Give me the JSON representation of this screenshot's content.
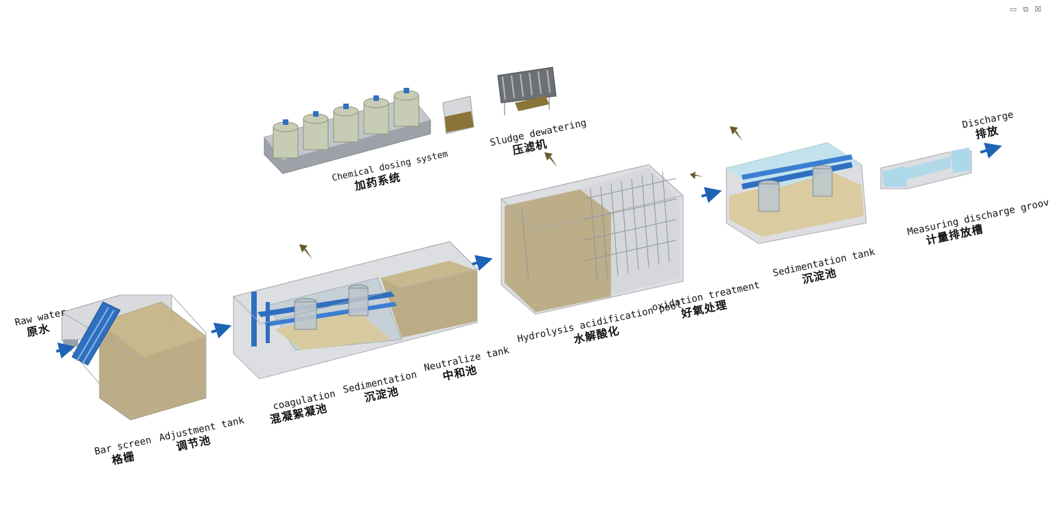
{
  "window_controls": {
    "minimize": "▭",
    "restore": "⧉",
    "close": "☒"
  },
  "labels": {
    "raw_water": {
      "en": "Raw water",
      "cn": "原水"
    },
    "bar_screen": {
      "en": "Bar screen",
      "cn": "格栅"
    },
    "adjustment_tank": {
      "en": "Adjustment tank",
      "cn": "调节池"
    },
    "coagulation": {
      "en": "coagulation",
      "cn": "混凝絮凝池"
    },
    "sedimentation_1": {
      "en": "Sedimentation",
      "cn": "沉淀池"
    },
    "neutralize_tank": {
      "en": "Neutralize tank",
      "cn": "中和池"
    },
    "chemical_dosing": {
      "en": "Chemical dosing system",
      "cn": "加药系统"
    },
    "sludge_dewatering": {
      "en": "Sludge dewatering",
      "cn": "压滤机"
    },
    "hydrolysis": {
      "en": "Hydrolysis acidification pool",
      "cn": "水解酸化"
    },
    "oxidation": {
      "en": "oxidation treatment",
      "cn": "好氧处理"
    },
    "sedimentation_2": {
      "en": "Sedimentation tank",
      "cn": "沉淀池"
    },
    "measuring_groove": {
      "en": "Measuring discharge groove",
      "cn": "计量排放槽"
    },
    "discharge": {
      "en": "Discharge",
      "cn": "排放"
    }
  },
  "colors": {
    "water": "#b7a57a",
    "tank_glass": "#c9cdd2",
    "equipment_blue": "#2f6fc0",
    "flow_arrow": "#1e64b4",
    "sludge_arrow": "#6b5a2e",
    "clear_water": "#a9d8ea"
  }
}
